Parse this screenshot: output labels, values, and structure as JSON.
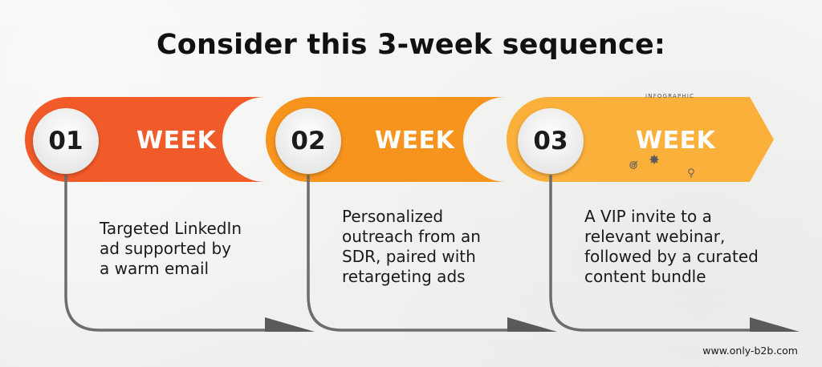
{
  "title": "Consider this 3-week sequence:",
  "steps": [
    {
      "number": "01",
      "label": "WEEK",
      "description": "Targeted LinkedIn\nad supported by\na warm email",
      "color": "#f15a29"
    },
    {
      "number": "02",
      "label": "WEEK",
      "description": "Personalized\noutreach from an\nSDR, paired with\nretargeting ads",
      "color": "#f7941d"
    },
    {
      "number": "03",
      "label": "WEEK",
      "description": "A VIP invite to a\nrelevant webinar,\nfollowed by a curated\ncontent bundle",
      "color": "#fbb03b"
    }
  ],
  "caption": "INFOGRAPHIC",
  "footer": "www.only-b2b.com",
  "icons": [
    "target-icon",
    "gear-icon",
    "lightbulb-icon"
  ]
}
